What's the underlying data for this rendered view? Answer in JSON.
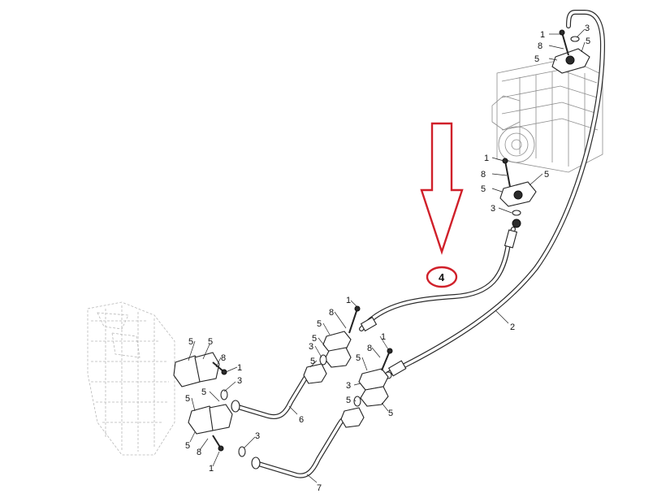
{
  "diagram": {
    "callouts": {
      "one": "1",
      "two": "2",
      "three": "3",
      "four": "4",
      "five": "5",
      "six": "6",
      "seven": "7",
      "eight": "8"
    },
    "highlight": {
      "target": "4",
      "arrow_color": "#d0202a",
      "circle_color": "#d0202a"
    },
    "line_color": "#2a2a2a",
    "ghost_color": "#b9b9b9"
  }
}
